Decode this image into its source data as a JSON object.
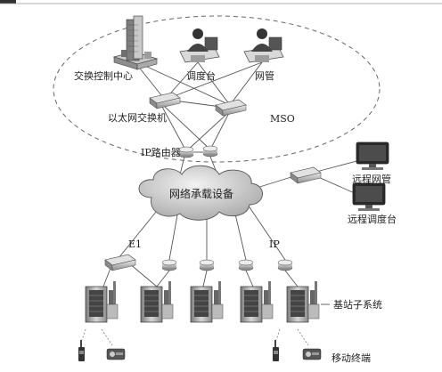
{
  "labels": {
    "switching_center": "交换控制中心",
    "dispatch_console": "调度台",
    "network_mgmt": "网管",
    "ethernet_switch": "以太网交换机",
    "mso": "MSO",
    "ip_router": "IP路由器",
    "bearer_network": "网络承载设备",
    "remote_mgmt": "远程网管",
    "remote_dispatch": "远程调度台",
    "e1": "E1",
    "ip": "IP",
    "base_station_subsystem": "基站子系统",
    "mobile_terminal": "移动终端"
  },
  "colors": {
    "line": "#555555",
    "device_gray": "#b9b9b9",
    "cloud": "#cfcfcf",
    "screen": "#2a2a2a"
  }
}
